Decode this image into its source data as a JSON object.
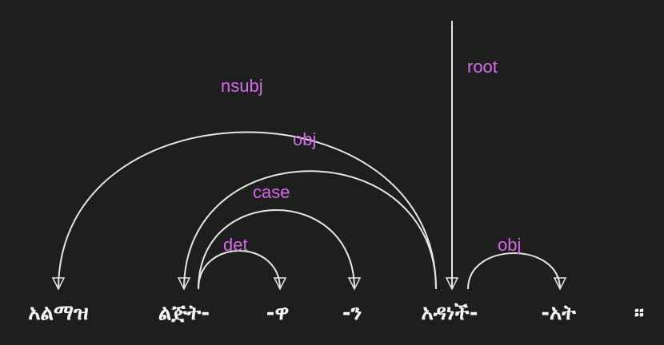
{
  "tokens": [
    {
      "id": "t1",
      "text": "አልማዝ"
    },
    {
      "id": "t2",
      "text": "ልጅት-"
    },
    {
      "id": "t3",
      "text": "-ዋ"
    },
    {
      "id": "t4",
      "text": "-ን"
    },
    {
      "id": "t5",
      "text": "አዳነች-"
    },
    {
      "id": "t6",
      "text": "-አት"
    },
    {
      "id": "t7",
      "text": "።"
    }
  ],
  "relations": [
    {
      "id": "r-nsubj",
      "label": "nsubj",
      "head": "t5",
      "dependent": "t1"
    },
    {
      "id": "r-obj1",
      "label": "obj",
      "head": "t5",
      "dependent": "t2"
    },
    {
      "id": "r-case",
      "label": "case",
      "head": "t2",
      "dependent": "t4"
    },
    {
      "id": "r-det",
      "label": "det",
      "head": "t2",
      "dependent": "t3"
    },
    {
      "id": "r-root",
      "label": "root",
      "head": null,
      "dependent": "t5"
    },
    {
      "id": "r-obj2",
      "label": "obj",
      "head": "t5",
      "dependent": "t6"
    }
  ],
  "colors": {
    "background": "#1e1e1e",
    "arc": "#e6e6e6",
    "label": "#d36ae6",
    "token": "#f5f5f5"
  }
}
